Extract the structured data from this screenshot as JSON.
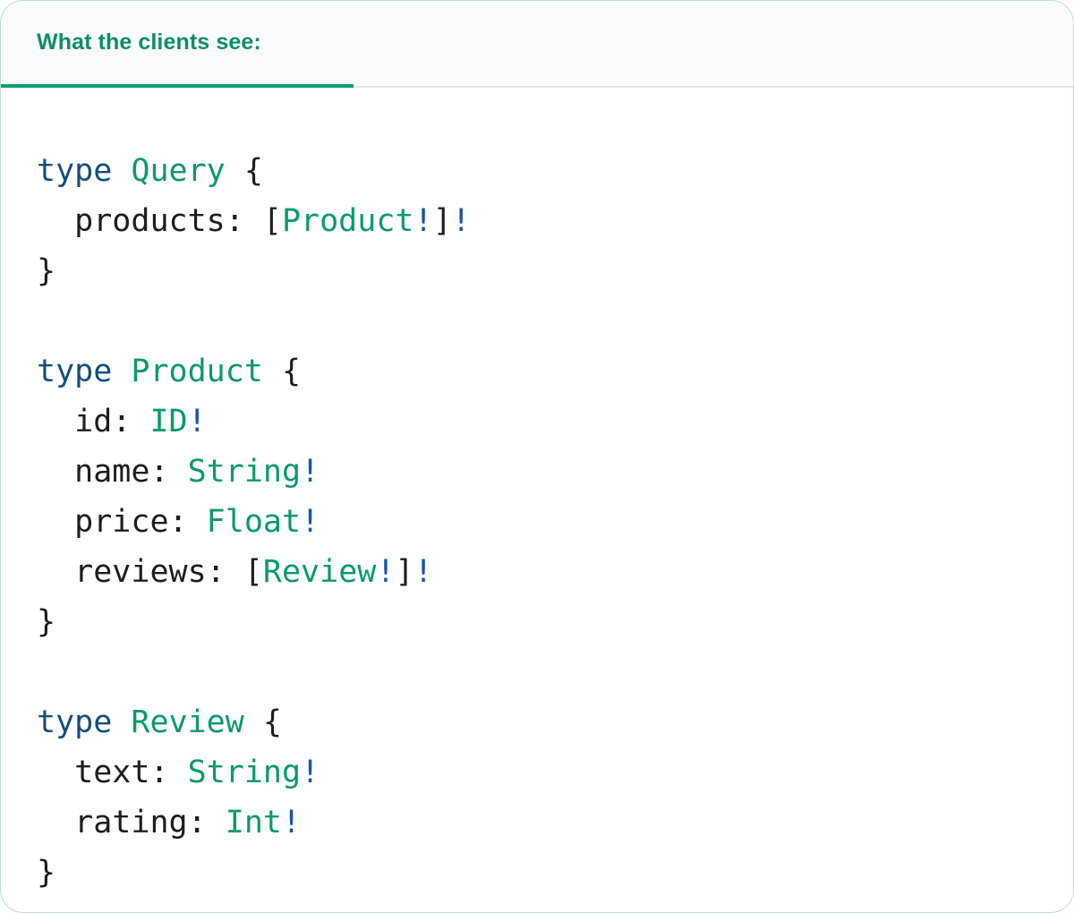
{
  "header": {
    "tab_label": "What the clients see:",
    "accent_color": "#0f9d74",
    "label_color": "#0b8f65",
    "background": "#fbfbfb",
    "divider_color": "#e4e4e4"
  },
  "card": {
    "background": "#ffffff",
    "border_color": "#b9dfc9"
  },
  "code": {
    "language": "graphql",
    "colors": {
      "keyword": "#12507f",
      "typename": "#0b9a6d",
      "field": "#1d1d1d",
      "punctuation": "#1d1d1d",
      "non_null_bang": "#1756a9"
    },
    "text": "type Query {\n  products: [Product!]!\n}\n\ntype Product {\n  id: ID!\n  name: String!\n  price: Float!\n  reviews: [Review!]!\n}\n\ntype Review {\n  text: String!\n  rating: Int!\n}",
    "lines": [
      [
        {
          "t": "type",
          "c": "keyword"
        },
        {
          "t": " ",
          "c": "plain"
        },
        {
          "t": "Query",
          "c": "typename"
        },
        {
          "t": " ",
          "c": "plain"
        },
        {
          "t": "{",
          "c": "punct"
        }
      ],
      [
        {
          "t": "  ",
          "c": "plain"
        },
        {
          "t": "products",
          "c": "field"
        },
        {
          "t": ": ",
          "c": "punct"
        },
        {
          "t": "[",
          "c": "punct"
        },
        {
          "t": "Product",
          "c": "typename"
        },
        {
          "t": "!",
          "c": "bang"
        },
        {
          "t": "]",
          "c": "punct"
        },
        {
          "t": "!",
          "c": "bang"
        }
      ],
      [
        {
          "t": "}",
          "c": "punct"
        }
      ],
      [],
      [
        {
          "t": "type",
          "c": "keyword"
        },
        {
          "t": " ",
          "c": "plain"
        },
        {
          "t": "Product",
          "c": "typename"
        },
        {
          "t": " ",
          "c": "plain"
        },
        {
          "t": "{",
          "c": "punct"
        }
      ],
      [
        {
          "t": "  ",
          "c": "plain"
        },
        {
          "t": "id",
          "c": "field"
        },
        {
          "t": ": ",
          "c": "punct"
        },
        {
          "t": "ID",
          "c": "typename"
        },
        {
          "t": "!",
          "c": "bang"
        }
      ],
      [
        {
          "t": "  ",
          "c": "plain"
        },
        {
          "t": "name",
          "c": "field"
        },
        {
          "t": ": ",
          "c": "punct"
        },
        {
          "t": "String",
          "c": "typename"
        },
        {
          "t": "!",
          "c": "bang"
        }
      ],
      [
        {
          "t": "  ",
          "c": "plain"
        },
        {
          "t": "price",
          "c": "field"
        },
        {
          "t": ": ",
          "c": "punct"
        },
        {
          "t": "Float",
          "c": "typename"
        },
        {
          "t": "!",
          "c": "bang"
        }
      ],
      [
        {
          "t": "  ",
          "c": "plain"
        },
        {
          "t": "reviews",
          "c": "field"
        },
        {
          "t": ": ",
          "c": "punct"
        },
        {
          "t": "[",
          "c": "punct"
        },
        {
          "t": "Review",
          "c": "typename"
        },
        {
          "t": "!",
          "c": "bang"
        },
        {
          "t": "]",
          "c": "punct"
        },
        {
          "t": "!",
          "c": "bang"
        }
      ],
      [
        {
          "t": "}",
          "c": "punct"
        }
      ],
      [],
      [
        {
          "t": "type",
          "c": "keyword"
        },
        {
          "t": " ",
          "c": "plain"
        },
        {
          "t": "Review",
          "c": "typename"
        },
        {
          "t": " ",
          "c": "plain"
        },
        {
          "t": "{",
          "c": "punct"
        }
      ],
      [
        {
          "t": "  ",
          "c": "plain"
        },
        {
          "t": "text",
          "c": "field"
        },
        {
          "t": ": ",
          "c": "punct"
        },
        {
          "t": "String",
          "c": "typename"
        },
        {
          "t": "!",
          "c": "bang"
        }
      ],
      [
        {
          "t": "  ",
          "c": "plain"
        },
        {
          "t": "rating",
          "c": "field"
        },
        {
          "t": ": ",
          "c": "punct"
        },
        {
          "t": "Int",
          "c": "typename"
        },
        {
          "t": "!",
          "c": "bang"
        }
      ],
      [
        {
          "t": "}",
          "c": "punct"
        }
      ]
    ]
  }
}
